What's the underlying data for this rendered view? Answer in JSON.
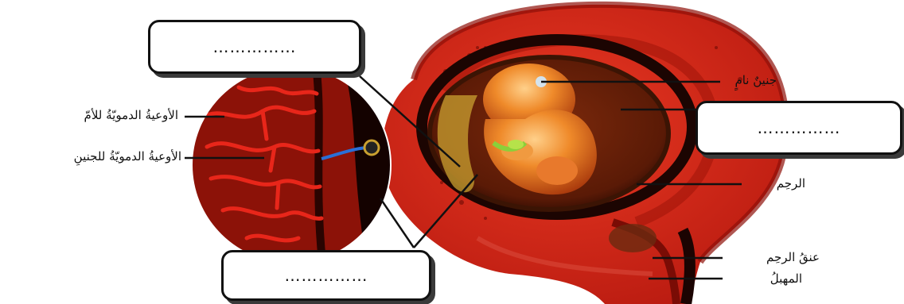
{
  "labels": {
    "mother_vessels": "الأوعيةُ الدمويّةُ للأمّ",
    "fetal_vessels": "الأوعيةُ الدمويّةُ للجنينِ",
    "fetus": "جنينٌ نامٍ",
    "uterus": "الرحِم",
    "cervix": "عنقُ الرحِم",
    "vagina": "المهبلُ"
  },
  "blanks": {
    "top": "……………",
    "right": "……………",
    "bottom": "……………"
  }
}
